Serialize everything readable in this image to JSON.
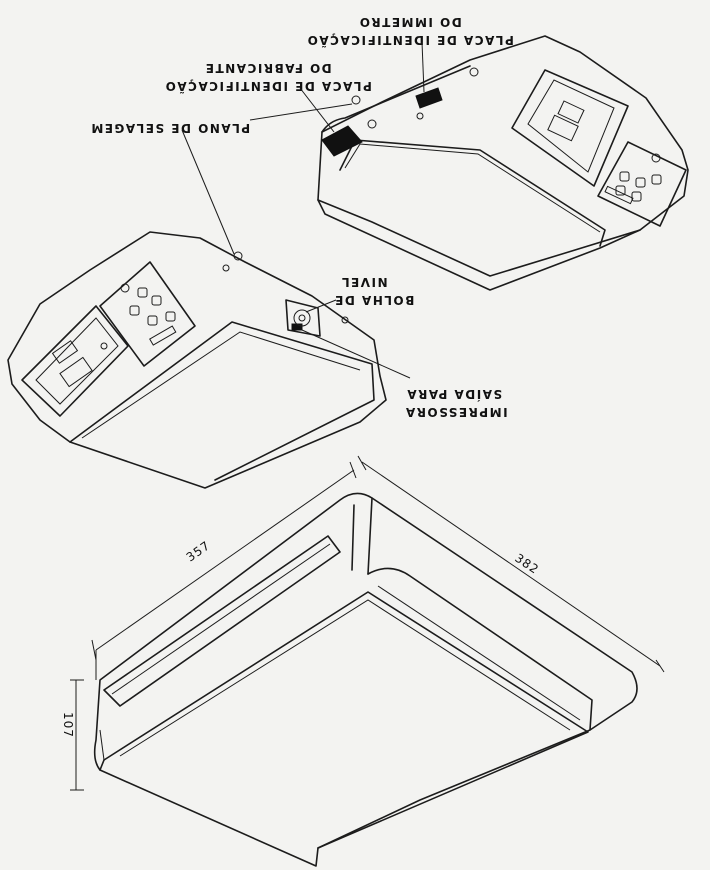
{
  "labels": {
    "placa_imetro_l1": "DO IMMETRO",
    "placa_imetro_l2": "PLACA DE IDENTIFICAÇÃO",
    "placa_fab_l1": "DO FABRICANTE",
    "placa_fab_l2": "PLACA DE IDENTIFICAÇÃO",
    "plano_selagem": "PLANO DE SELAGEM",
    "bolha_l1": "NIVEL",
    "bolha_l2": "BOLHA DE",
    "saida_l1": "SAÍDA PARA",
    "saida_l2": "IMPRESSORA"
  },
  "dimensions": {
    "width": "357",
    "depth": "382",
    "height": "107"
  }
}
